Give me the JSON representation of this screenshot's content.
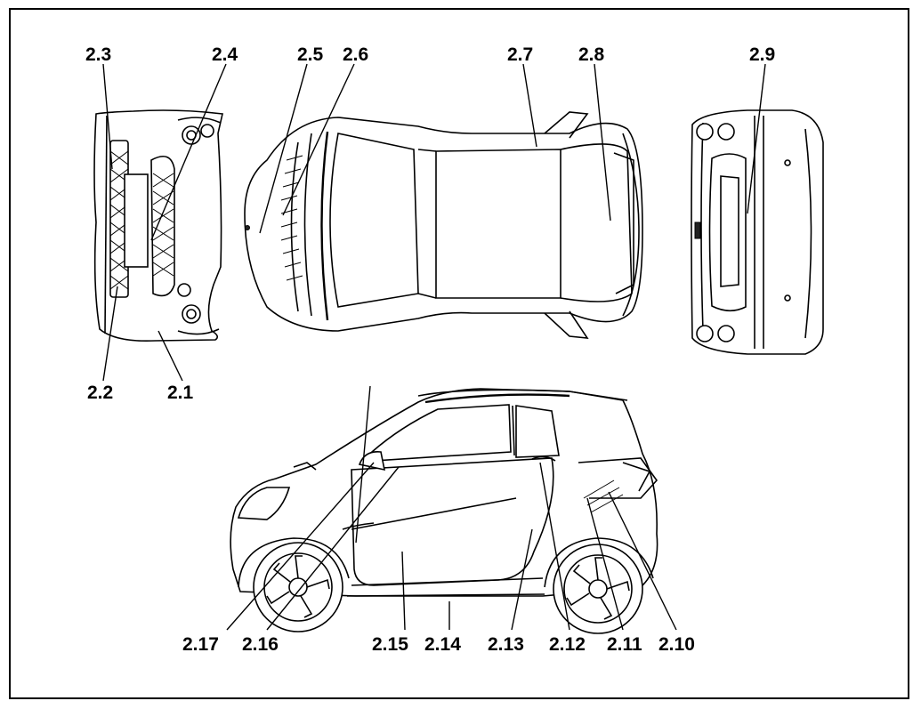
{
  "callouts": {
    "c2_1": "2.1",
    "c2_2": "2.2",
    "c2_3": "2.3",
    "c2_4": "2.4",
    "c2_5": "2.5",
    "c2_6": "2.6",
    "c2_7": "2.7",
    "c2_8": "2.8",
    "c2_9": "2.9",
    "c2_10": "2.10",
    "c2_11": "2.11",
    "c2_12": "2.12",
    "c2_13": "2.13",
    "c2_14": "2.14",
    "c2_15": "2.15",
    "c2_16": "2.16",
    "c2_17": "2.17"
  },
  "colors": {
    "line": "#000000",
    "background": "#ffffff"
  }
}
